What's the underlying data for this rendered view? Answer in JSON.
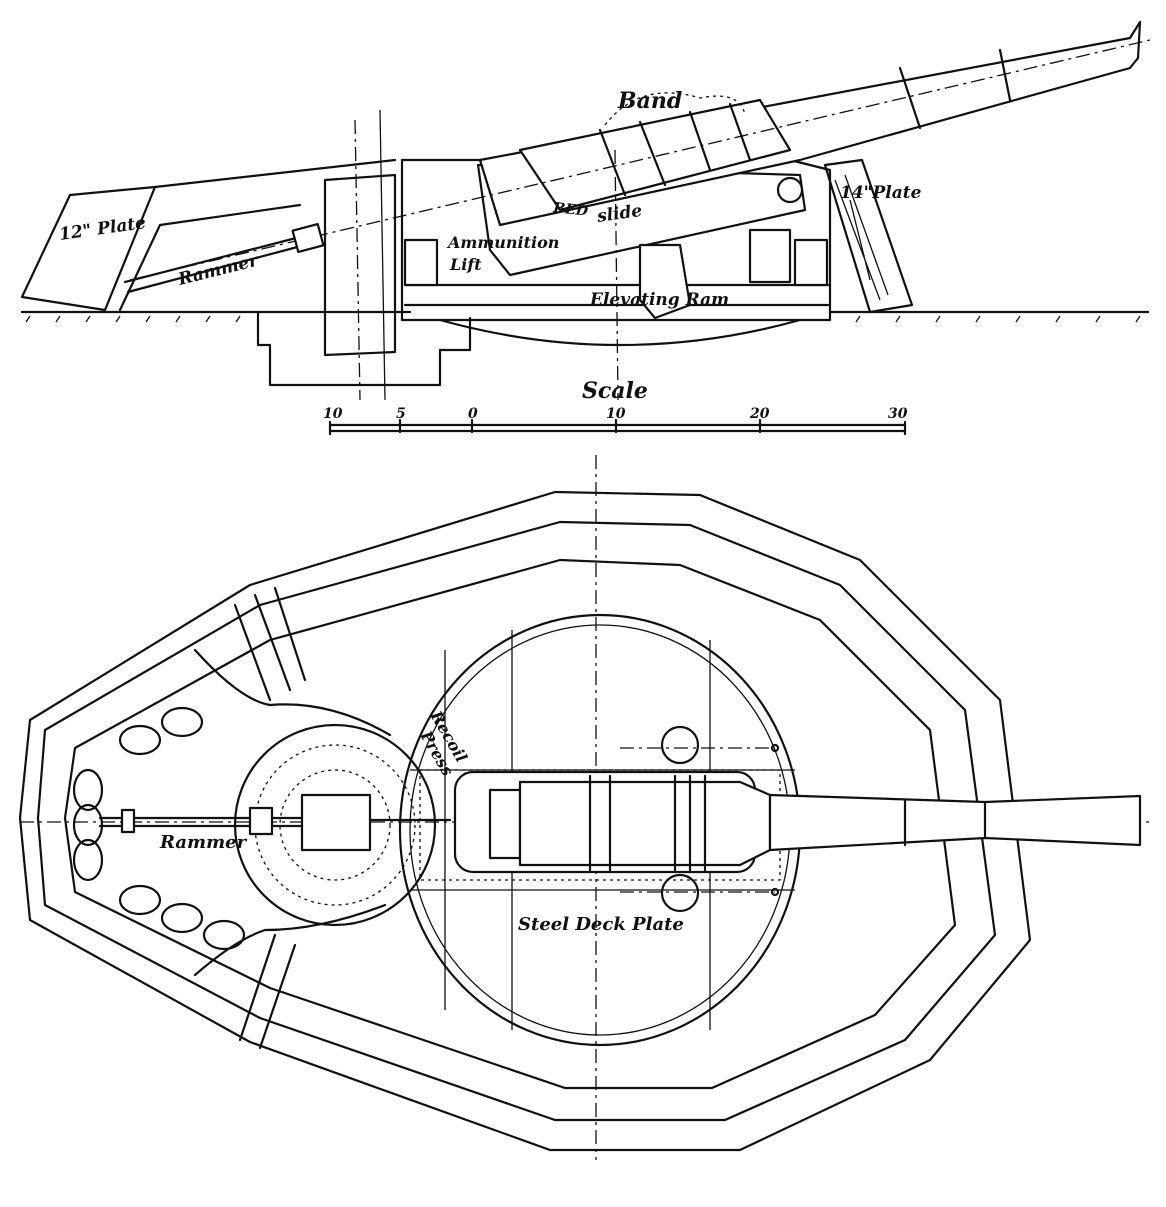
{
  "elevation": {
    "labels": {
      "band": "Band",
      "plate_rear": "12\" Plate",
      "plate_front": "14\"Plate",
      "rammer": "Rammer",
      "ammunition": "Ammunition",
      "lift": "Lift",
      "bed": "BED",
      "slide": "slide",
      "elevating_ram": "Elevating Ram"
    }
  },
  "scale": {
    "title": "Scale",
    "ticks": [
      "10",
      "5",
      "0",
      "10",
      "20",
      "30"
    ]
  },
  "plan": {
    "labels": {
      "recoil": "Recoil",
      "press": "Press",
      "rammer": "Rammer",
      "deck_plate": "Steel Deck Plate"
    }
  }
}
